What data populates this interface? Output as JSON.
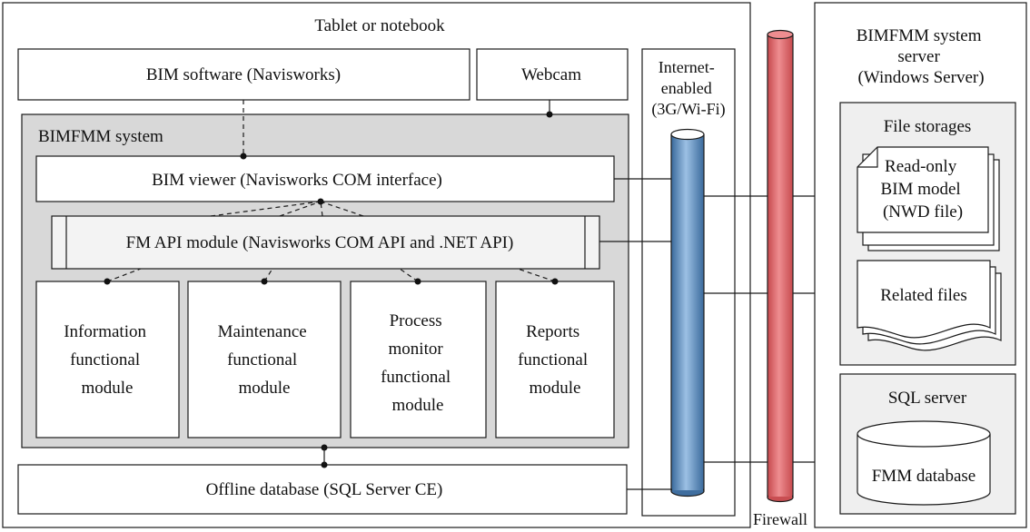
{
  "colors": {
    "panel_gray": "#d8d8d8",
    "light_panel": "#efefef",
    "module_fill": "#f3f3f3",
    "pipe_blue": "#6f9bc9",
    "firewall_red": "#e06b6f",
    "line": "#1a1a1a"
  },
  "client": {
    "title": "Tablet or notebook",
    "bim_software": "BIM software (Navisworks)",
    "webcam": "Webcam",
    "system_label": "BIMFMM system",
    "viewer": "BIM viewer (Navisworks COM interface)",
    "api_module": "FM API module (Navisworks COM API and .NET API)",
    "modules": [
      {
        "lines": [
          "Information",
          "functional",
          "module"
        ]
      },
      {
        "lines": [
          "Maintenance",
          "functional",
          "module"
        ]
      },
      {
        "lines": [
          "Process",
          "monitor",
          "functional",
          "module"
        ]
      },
      {
        "lines": [
          "Reports",
          "functional",
          "module"
        ]
      }
    ],
    "offline_db": "Offline database (SQL Server CE)"
  },
  "network": {
    "label_lines": [
      "Internet-",
      "enabled",
      "(3G/Wi-Fi)"
    ],
    "firewall": "Firewall",
    "pipe_icon": "cylinder-pipe-icon",
    "firewall_icon": "firewall-cylinder-icon"
  },
  "server": {
    "title_lines": [
      "BIMFMM system",
      "server",
      "(Windows Server)"
    ],
    "file_storages": "File storages",
    "nwd_lines": [
      "Read-only",
      "BIM model",
      "(NWD file)"
    ],
    "related_files": "Related files",
    "sql_server": "SQL server",
    "fmm_database": "FMM database",
    "doc_icon": "document-stack-icon",
    "db_icon": "database-cylinder-icon"
  }
}
